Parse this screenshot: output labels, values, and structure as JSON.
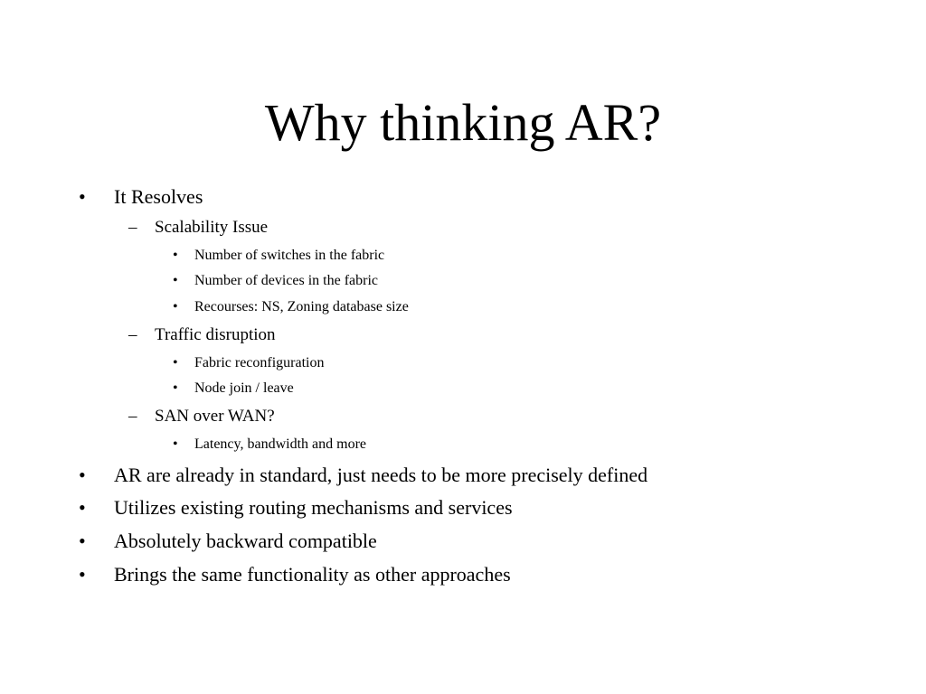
{
  "slide": {
    "title": "Why thinking AR?",
    "bullet_marker": "•",
    "dash_marker": "–",
    "items": [
      {
        "text": "It Resolves"
      },
      {
        "text": "Scalability Issue"
      },
      {
        "text": "Number of switches in the fabric"
      },
      {
        "text": "Number of devices in the fabric"
      },
      {
        "text": "Recourses: NS, Zoning database size"
      },
      {
        "text": "Traffic disruption"
      },
      {
        "text": "Fabric reconfiguration"
      },
      {
        "text": "Node join / leave"
      },
      {
        "text": "SAN over WAN?"
      },
      {
        "text": "Latency, bandwidth and more"
      },
      {
        "text": "AR are already in standard, just needs to be more precisely defined"
      },
      {
        "text": "Utilizes existing routing mechanisms and services"
      },
      {
        "text": "Absolutely backward compatible"
      },
      {
        "text": "Brings the same functionality as other approaches"
      }
    ]
  }
}
